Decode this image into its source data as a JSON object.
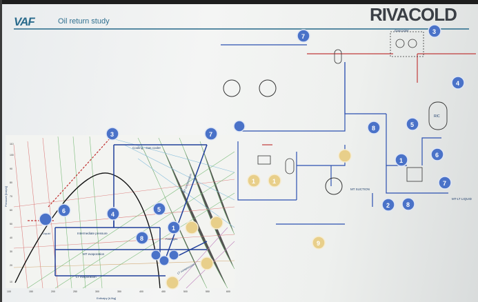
{
  "slide": {
    "logo_left": "VAF",
    "title": "Oil return study",
    "logo_right": "RIVACOLD"
  },
  "diagram": {
    "phase_labels": [
      "Cooling - Gas cooler",
      "Intermediate pressure",
      "MT evaporation",
      "LT evaporation",
      "Liquid",
      "Flash gas",
      "HT compression",
      "LT compression"
    ],
    "axis_y": "Pressure [bar(a)]",
    "axis_x": "Enthalpy [kJ/kg]",
    "y_ticks": [
      "10",
      "20",
      "30",
      "40",
      "50",
      "60",
      "70",
      "80",
      "90",
      "100",
      "110",
      "120"
    ],
    "x_ticks": [
      "100",
      "150",
      "200",
      "250",
      "300",
      "350",
      "400",
      "450",
      "500",
      "550",
      "600"
    ],
    "schematic_labels": [
      "Gascooler",
      "RIC",
      "MT SUCTION",
      "MT-LT LIQUID"
    ],
    "markers": [
      "1",
      "2",
      "3",
      "4",
      "5",
      "6",
      "7",
      "8",
      "9"
    ]
  }
}
